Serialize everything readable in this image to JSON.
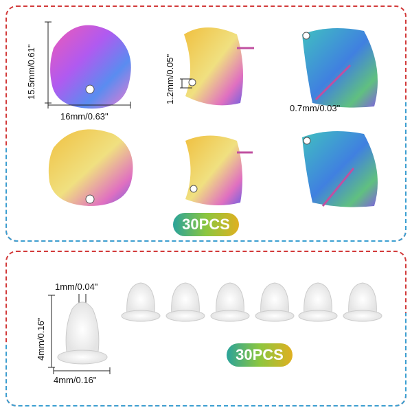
{
  "top_panel": {
    "height_label": "15.5mm/0.61\"",
    "width_label": "16mm/0.63\"",
    "thickness_label": "1.2mm/0.05\"",
    "pin_label": "0.7mm/0.03\"",
    "quantity_badge": "30PCS"
  },
  "bottom_panel": {
    "hole_label": "1mm/0.04\"",
    "height_label": "4mm/0.16\"",
    "width_label": "4mm/0.16\"",
    "quantity_badge": "30PCS"
  },
  "colors": {
    "badge_start": "#2aa39a",
    "badge_end": "#e0b020",
    "border_red": "#d23a3a",
    "border_blue": "#3aa0d2"
  }
}
